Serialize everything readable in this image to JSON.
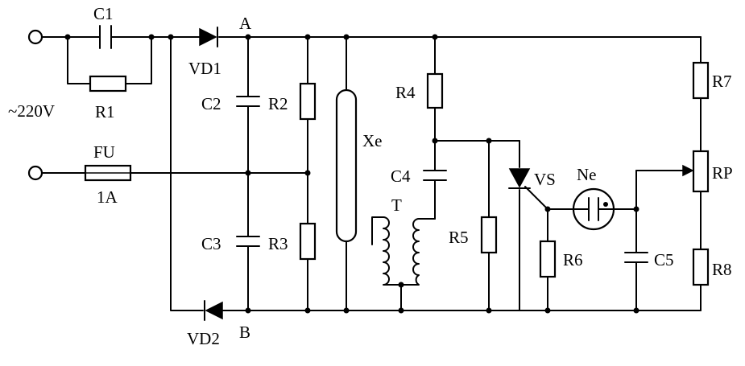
{
  "labels": {
    "C1": "C1",
    "R1": "R1",
    "VD1": "VD1",
    "A": "A",
    "supply": "~220V",
    "FU": "FU",
    "fuse_rating": "1A",
    "C2": "C2",
    "R2": "R2",
    "C3": "C3",
    "R3": "R3",
    "VD2": "VD2",
    "B": "B",
    "Xe": "Xe",
    "R4": "R4",
    "C4": "C4",
    "T": "T",
    "R5": "R5",
    "VS": "VS",
    "R6": "R6",
    "Ne": "Ne",
    "C5": "C5",
    "R7": "R7",
    "RP": "RP",
    "R8": "R8"
  }
}
